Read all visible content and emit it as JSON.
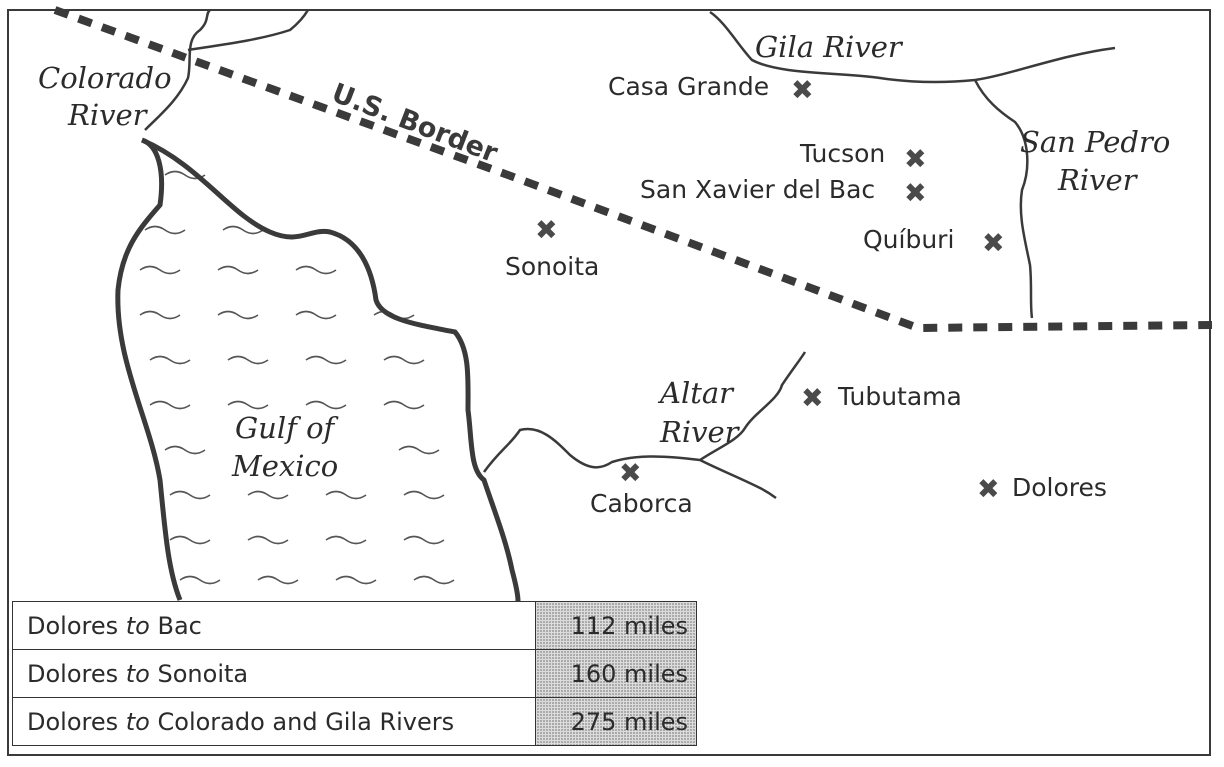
{
  "labels": {
    "colorado_river_1": "Colorado",
    "colorado_river_2": "River",
    "us_border": "U.S. Border",
    "gila_river": "Gila River",
    "san_pedro_river_1": "San Pedro",
    "san_pedro_river_2": "River",
    "altar_river_1": "Altar",
    "altar_river_2": "River",
    "gulf_1": "Gulf of",
    "gulf_2": "Mexico"
  },
  "places": {
    "casa_grande": "Casa Grande",
    "tucson": "Tucson",
    "san_xavier": "San Xavier del Bac",
    "quiburi": "Quíburi",
    "sonoita": "Sonoita",
    "tubutama": "Tubutama",
    "caborca": "Caborca",
    "dolores": "Dolores"
  },
  "marker_glyph": "✖",
  "colors": {
    "ink": "#2b2b2b",
    "table_shade": "#dcdcdc"
  },
  "distances": [
    {
      "from": "Dolores",
      "conj": "to",
      "to": "Bac",
      "distance": "112  miles"
    },
    {
      "from": "Dolores",
      "conj": "to",
      "to": "Sonoita",
      "distance": "160 miles"
    },
    {
      "from": "Dolores",
      "conj": "to",
      "to": "Colorado and Gila Rivers",
      "distance": "275 miles"
    }
  ]
}
